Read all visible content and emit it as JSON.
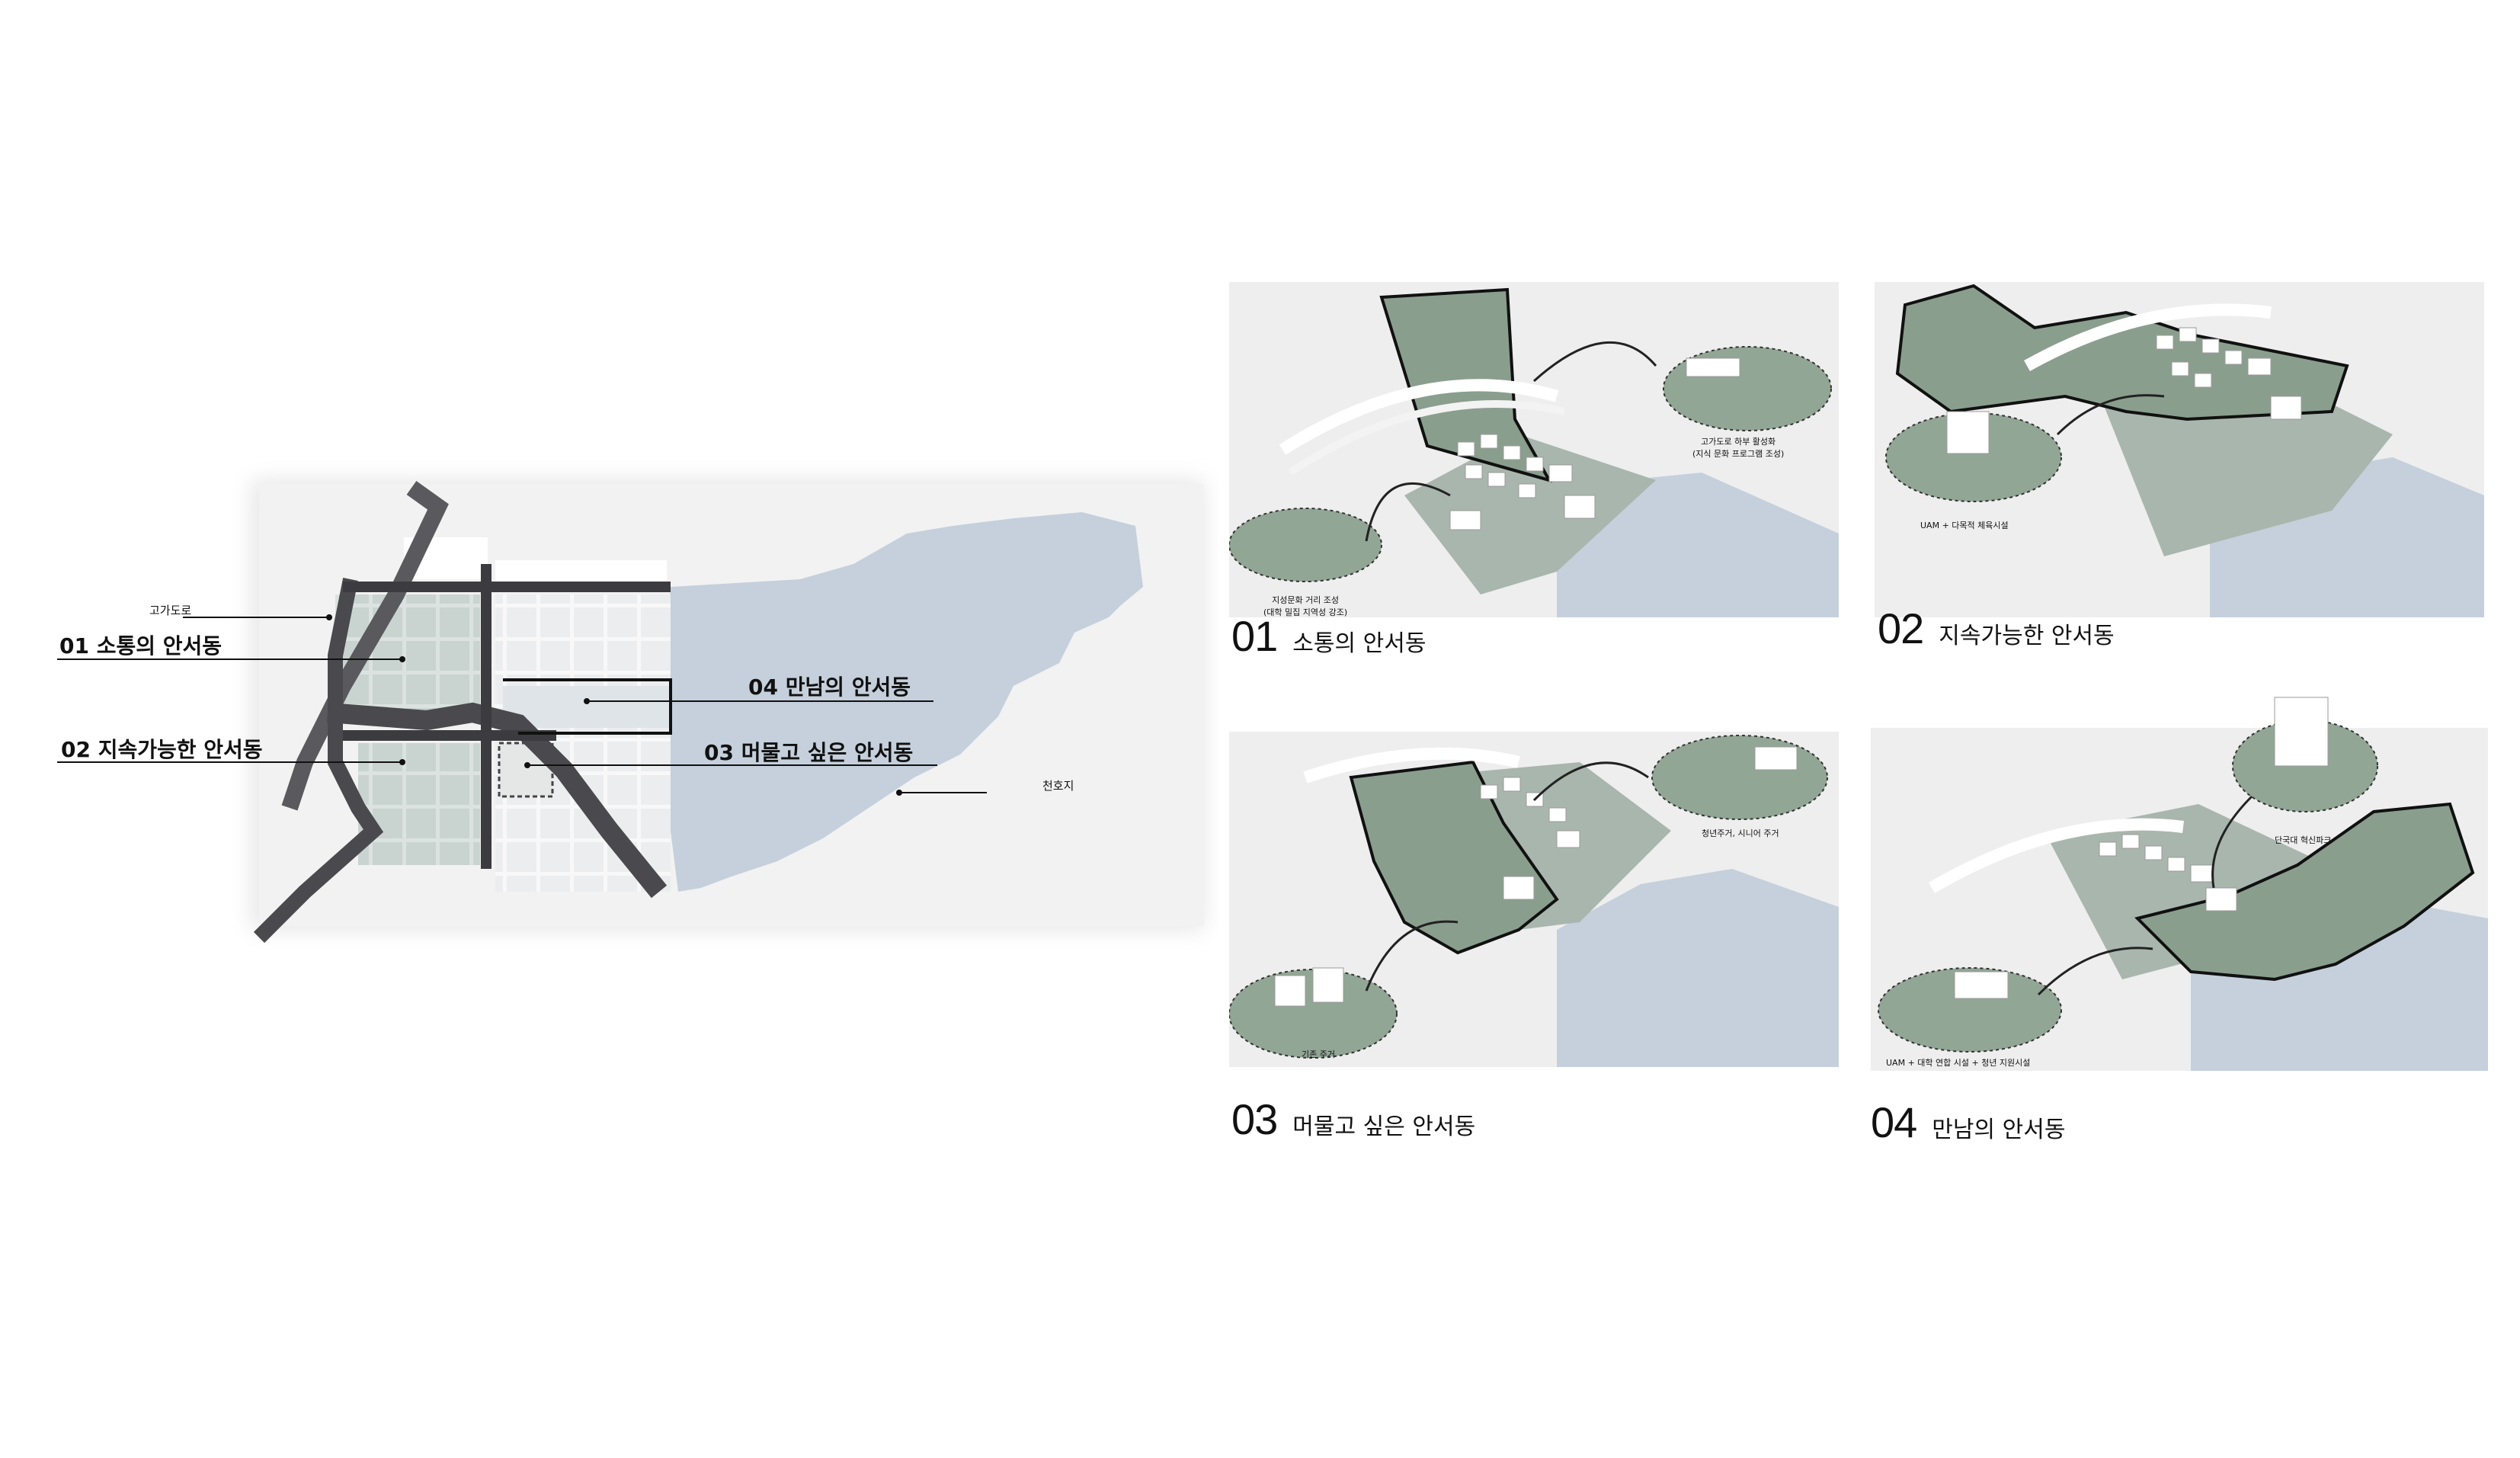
{
  "plan": {
    "elevated_road": "고가도로",
    "zone1": "01 소통의 안서동",
    "zone2": "02 지속가능한 안서동",
    "zone3": "03 머물고 싶은 안서동",
    "zone4": "04 만남의 안서동",
    "lake": "천호지"
  },
  "panels": [
    {
      "number": "01",
      "title": "소통의 안서동",
      "callouts": [
        "고가도로 하부 활성화\n(지식 문화 프로그램 조성)",
        "지성문화 거리 조성\n(대학 밀집 지역성 강조)"
      ]
    },
    {
      "number": "02",
      "title": "지속가능한 안서동",
      "callouts": [
        "UAM + 다목적 체육시설"
      ]
    },
    {
      "number": "03",
      "title": "머물고 싶은 안서동",
      "callouts": [
        "청년주거, 시니어 주거",
        "기존 주거"
      ]
    },
    {
      "number": "04",
      "title": "만남의 안서동",
      "callouts": [
        "단국대 혁신파크",
        "UAM + 대학 연합 시설 + 청년 지원시설"
      ]
    }
  ],
  "colors": {
    "water": "#c5d0dc",
    "zone_green": "#8a9e8e",
    "road": "#4a4a4e",
    "block": "#e9eaec",
    "callout_fill": "#92a695"
  }
}
